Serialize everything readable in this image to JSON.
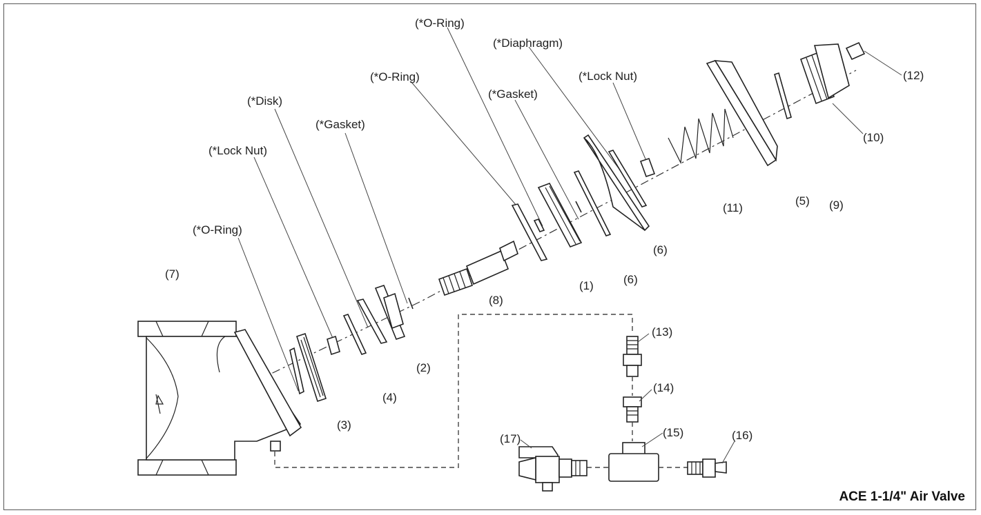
{
  "title": "ACE 1-1/4\" Air Valve",
  "callouts": {
    "oring_1": "(*O-Ring)",
    "oring_2": "(*O-Ring)",
    "oring_3": "(*O-Ring)",
    "locknut_1": "(*Lock Nut)",
    "locknut_2": "(*Lock Nut)",
    "disk": "(*Disk)",
    "gasket_1": "(*Gasket)",
    "gasket_2": "(*Gasket)",
    "diaphragm": "(*Diaphragm)"
  },
  "part_numbers": {
    "p1": "(1)",
    "p2": "(2)",
    "p3": "(3)",
    "p4": "(4)",
    "p5": "(5)",
    "p6a": "(6)",
    "p6b": "(6)",
    "p7": "(7)",
    "p8": "(8)",
    "p9": "(9)",
    "p10": "(10)",
    "p11": "(11)",
    "p12": "(12)",
    "p13": "(13)",
    "p14": "(14)",
    "p15": "(15)",
    "p16": "(16)",
    "p17": "(17)"
  }
}
